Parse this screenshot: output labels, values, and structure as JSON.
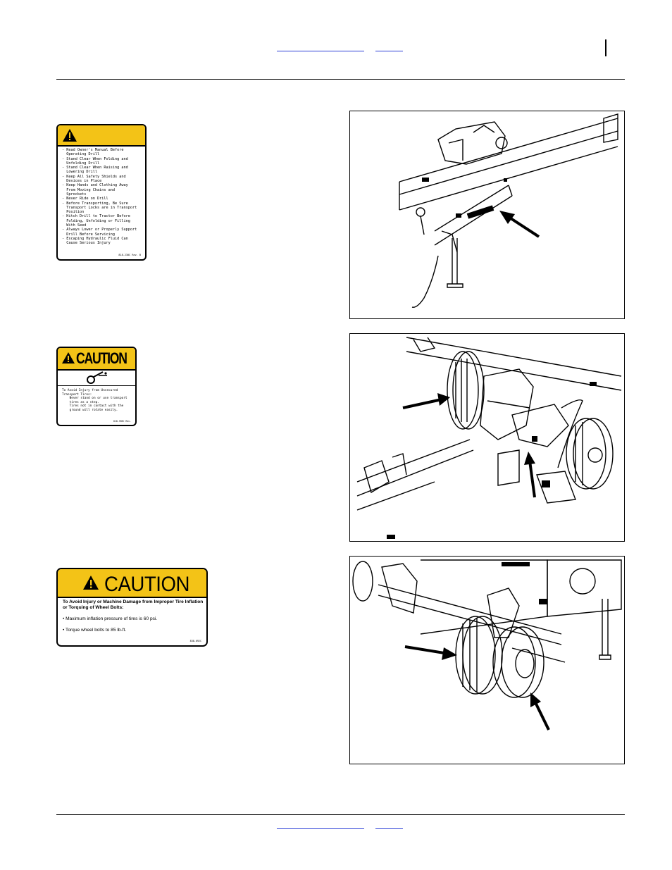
{
  "header": {
    "link_1": "",
    "link_2": "",
    "page_number": ""
  },
  "footer": {
    "link_1": "",
    "link_2": ""
  },
  "decal_warning": {
    "lines": [
      "- Read Owner's Manual Before",
      "  Operating Drill",
      "- Stand Clear When Folding and",
      "  Unfolding Drill",
      "- Stand Clear When Raising and",
      "  Lowering Drill",
      "- Keep All Safety Shields and",
      "  Devices in Place",
      "- Keep Hands and Clothing Away",
      "  From Moving Chains and",
      "  Sprockets",
      "- Never Ride on Drill",
      "- Before Transporting, Be Sure",
      "  Transport Locks are in Transport",
      "  Position",
      "- Hitch Drill to Tractor Before",
      "  Folding, Unfolding or Filling",
      "  With Seed",
      "- Always Lower or Properly Support",
      "  Drill Before Servicing",
      "- Escaping Hydraulic Fluid Can",
      "  Cause Serious Injury"
    ],
    "code": "818-230C Rev. B",
    "icon": "warning-triangle-icon",
    "color": "#f3c317"
  },
  "decal_caution_tires": {
    "title": "CAUTION",
    "text": "To Avoid Injury from Unsecured\nTransport Tires:\n    Never stand on or use transport\n    tires as a step.\n    Tires not in contact with the\n    ground will rotate easily.",
    "code": "818-398C Rev.",
    "icon": "tire-step-icon"
  },
  "decal_caution_inflation": {
    "title": "CAUTION",
    "heading": "To Avoid Injury or Machine Damage from Improper Tire Inflation or Torquing of Wheel Bolts:",
    "bullet_1": "• Maximum inflation pressure of tires is 60 psi.",
    "bullet_2": "• Torque wheel bolts to 85 lb-ft.",
    "code": "838-092C"
  }
}
